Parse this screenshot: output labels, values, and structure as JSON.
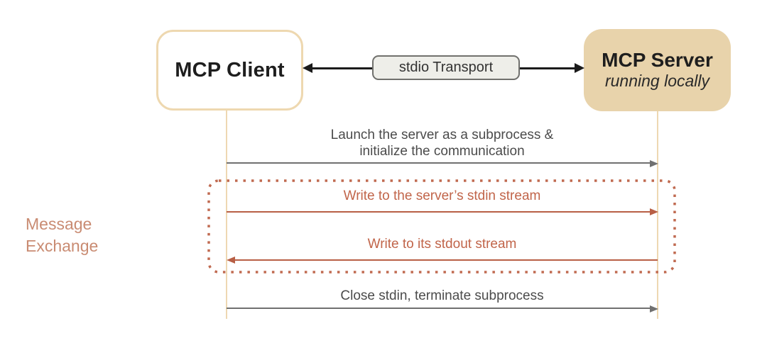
{
  "client": {
    "title": "MCP Client"
  },
  "server": {
    "title": "MCP Server",
    "subtitle": "running locally"
  },
  "transport": {
    "label": "stdio Transport"
  },
  "group": {
    "label_line1": "Message",
    "label_line2": "Exchange"
  },
  "messages": [
    {
      "line1": "Launch the server as a subprocess &",
      "line2": "initialize the communication",
      "direction": "client-to-server"
    },
    {
      "label": "Write to the server’s stdin stream",
      "direction": "client-to-server"
    },
    {
      "label": "Write to its stdout stream",
      "direction": "server-to-client"
    },
    {
      "label": "Close stdin, terminate subprocess",
      "direction": "client-to-server"
    }
  ],
  "colors": {
    "tan_border": "#eed8b0",
    "tan_fill": "#e8d3ab",
    "terracotta": "#b85f45",
    "salmon_label": "#c98b72",
    "gray_arrow": "#707070",
    "black_arrow": "#1b1b1b",
    "transport_fill": "#eeeee9"
  }
}
